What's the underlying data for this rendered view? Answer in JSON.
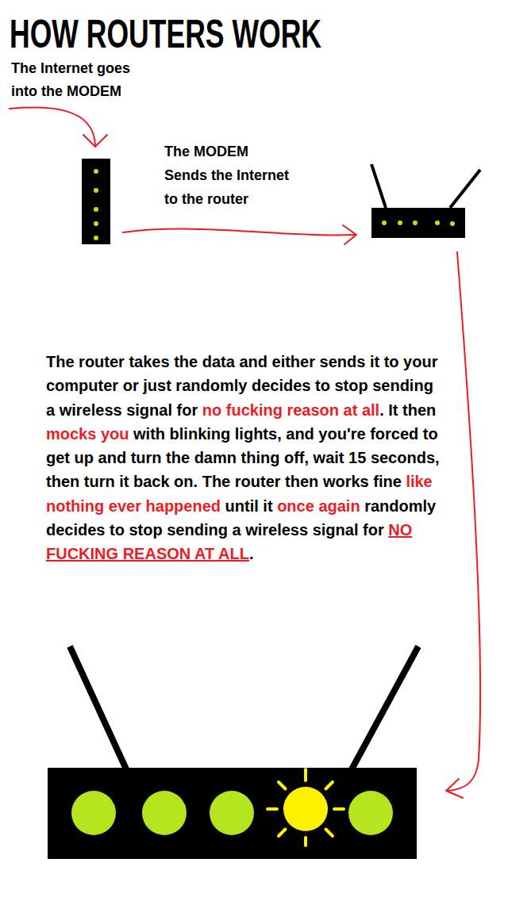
{
  "diagram": {
    "title": "HOW ROUTERS WORK",
    "labels": [
      "The Internet goes into the MODEM",
      "The MODEM Sends the Internet to the router",
      "The router takes the data and either sends it to your computer or just randomly decides to stop sending a wireless signal for",
      "no fucking reason at all",
      ". It then",
      "mocks you",
      "with blinking lights, and you're forced to get up and turn the damn thing off, wait 15 seconds, then turn it back on. The router then works fine",
      "like nothing ever happened",
      "until it",
      "once again",
      "randomly decides to stop sending a wireless signal for",
      "NO FUCKING REASON AT ALL",
      "."
    ]
  }
}
